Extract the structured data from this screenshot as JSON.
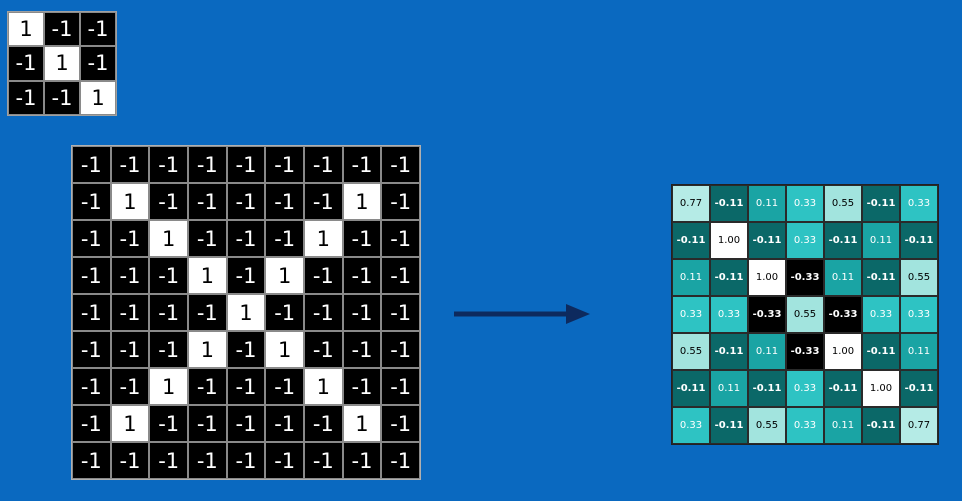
{
  "title_fragment": "",
  "kernel": [
    [
      "1",
      "-1",
      "-1"
    ],
    [
      "-1",
      "1",
      "-1"
    ],
    [
      "-1",
      "-1",
      "1"
    ]
  ],
  "image": [
    [
      "-1",
      "-1",
      "-1",
      "-1",
      "-1",
      "-1",
      "-1",
      "-1",
      "-1"
    ],
    [
      "-1",
      "1",
      "-1",
      "-1",
      "-1",
      "-1",
      "-1",
      "1",
      "-1"
    ],
    [
      "-1",
      "-1",
      "1",
      "-1",
      "-1",
      "-1",
      "1",
      "-1",
      "-1"
    ],
    [
      "-1",
      "-1",
      "-1",
      "1",
      "-1",
      "1",
      "-1",
      "-1",
      "-1"
    ],
    [
      "-1",
      "-1",
      "-1",
      "-1",
      "1",
      "-1",
      "-1",
      "-1",
      "-1"
    ],
    [
      "-1",
      "-1",
      "-1",
      "1",
      "-1",
      "1",
      "-1",
      "-1",
      "-1"
    ],
    [
      "-1",
      "-1",
      "1",
      "-1",
      "-1",
      "-1",
      "1",
      "-1",
      "-1"
    ],
    [
      "-1",
      "1",
      "-1",
      "-1",
      "-1",
      "-1",
      "-1",
      "1",
      "-1"
    ],
    [
      "-1",
      "-1",
      "-1",
      "-1",
      "-1",
      "-1",
      "-1",
      "-1",
      "-1"
    ]
  ],
  "feature_map": [
    [
      "0.77",
      "-0.11",
      "0.11",
      "0.33",
      "0.55",
      "-0.11",
      "0.33"
    ],
    [
      "-0.11",
      "1.00",
      "-0.11",
      "0.33",
      "-0.11",
      "0.11",
      "-0.11"
    ],
    [
      "0.11",
      "-0.11",
      "1.00",
      "-0.33",
      "0.11",
      "-0.11",
      "0.55"
    ],
    [
      "0.33",
      "0.33",
      "-0.33",
      "0.55",
      "-0.33",
      "0.33",
      "0.33"
    ],
    [
      "0.55",
      "-0.11",
      "0.11",
      "-0.33",
      "1.00",
      "-0.11",
      "0.11"
    ],
    [
      "-0.11",
      "0.11",
      "-0.11",
      "0.33",
      "-0.11",
      "1.00",
      "-0.11"
    ],
    [
      "0.33",
      "-0.11",
      "0.55",
      "0.33",
      "0.11",
      "-0.11",
      "0.77"
    ]
  ],
  "colors": {
    "background": "#0a69c0",
    "arrow": "#0d2a5e",
    "value_1.00": "#ffffff",
    "value_0.77": "#b5ebe6",
    "value_0.55": "#a2e4de",
    "value_0.33": "#2ec3c3",
    "value_0.11": "#1aa4a4",
    "value_-0.11": "#0b6868",
    "value_-0.33": "#000000"
  }
}
